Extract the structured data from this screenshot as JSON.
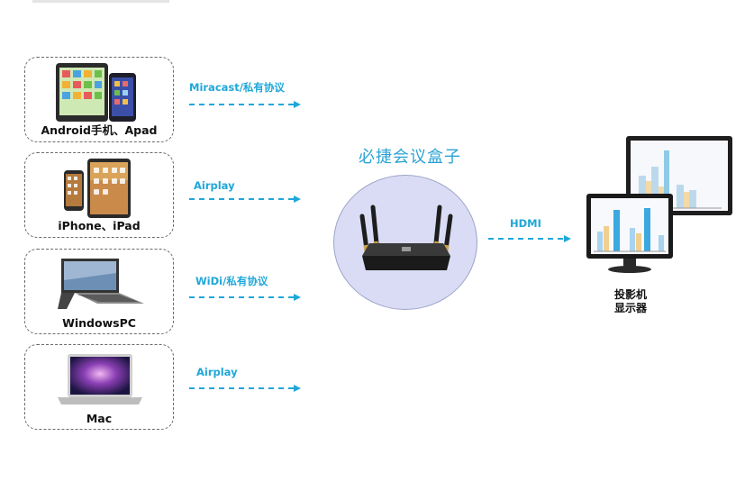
{
  "devices": [
    {
      "label": "Android手机、Apad",
      "icon": "android-tablet-phone-icon"
    },
    {
      "label": "iPhone、iPad",
      "icon": "iphone-ipad-icon"
    },
    {
      "label": "WindowsPC",
      "icon": "windows-laptop-icon"
    },
    {
      "label": "Mac",
      "icon": "macbook-icon"
    }
  ],
  "protocols": [
    "Miracast/私有协议",
    "Airplay",
    "WiDi/私有协议",
    "Airplay"
  ],
  "hub": {
    "title": "必捷会议盒子",
    "icon": "router-box-icon"
  },
  "output": {
    "protocol": "HDMI",
    "label_line1": "投影机",
    "label_line2": "显示器",
    "icon": "monitors-icon"
  },
  "colors": {
    "accent": "#1fa7d9",
    "hub_circle": "#d9dcf4",
    "box_border": "#6a6a6a"
  }
}
